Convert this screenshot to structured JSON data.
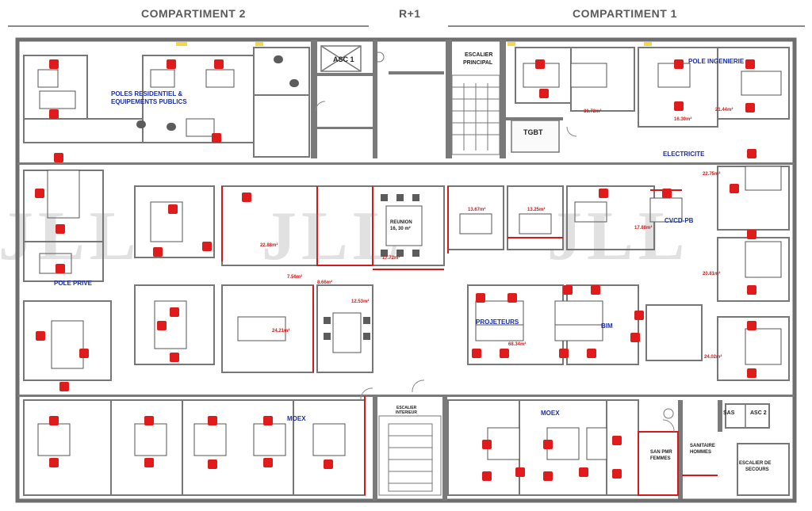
{
  "header": {
    "left_title": "COMPARTIMENT  2",
    "center_title": "R+1",
    "right_title": "COMPARTIMENT  1"
  },
  "zones": {
    "poles_residentiel": "POLES RESIDENTIEL &",
    "equipements_publics": "EQUIPEMENTS PUBLICS",
    "pole_prive": "POLE PRIVE",
    "moex_left": "MOEX",
    "moex_right": "MOEX",
    "projeteurs": "PROJETEURS",
    "bim": "BIM",
    "pole_ingenierie": "POLE INGENIERIE",
    "electricite": "ELECTRICITE",
    "cvcd_pb": "CVCD-PB"
  },
  "rooms": {
    "asc1": "ASC 1",
    "asc2": "ASC 2",
    "sas": "SAS",
    "escalier_principal_1": "ESCALIER",
    "escalier_principal_2": "PRINCIPAL",
    "tgbt": "TGBT",
    "reunion_1": "REUNION",
    "reunion_2": "16, 30 m²",
    "escalier_interieur_1": "ESCALIER",
    "escalier_interieur_2": "INTERIEUR",
    "san_pmr_1": "SAN PMR",
    "san_pmr_2": "FEMMES",
    "sanitaire_1": "SANITAIRE",
    "sanitaire_2": "HOMMES",
    "escalier_secours_1": "ESCALIER DE",
    "escalier_secours_2": "SECOURS"
  },
  "areas": {
    "a1": "22.88m²",
    "a2": "7.56m²",
    "a3": "8.66m²",
    "a4": "24.21m²",
    "a5": "12.53m²",
    "a6": "17.72m²",
    "a7": "13.67m²",
    "a8": "68.34m²",
    "a9": "31.72m²",
    "a10": "16.30m²",
    "a11": "21.44m²",
    "a12": "22.75m²",
    "a13": "17.88m²",
    "a14": "20.81m²",
    "a15": "24.02m²",
    "a16": "13.25m²"
  },
  "watermark": "JLL",
  "colors": {
    "wall": "#6e6e6e",
    "red_chair": "#e01b1b",
    "blue_label": "#1a2ea8",
    "area_red": "#d21a1a",
    "yellow_light": "#f3d94a"
  }
}
